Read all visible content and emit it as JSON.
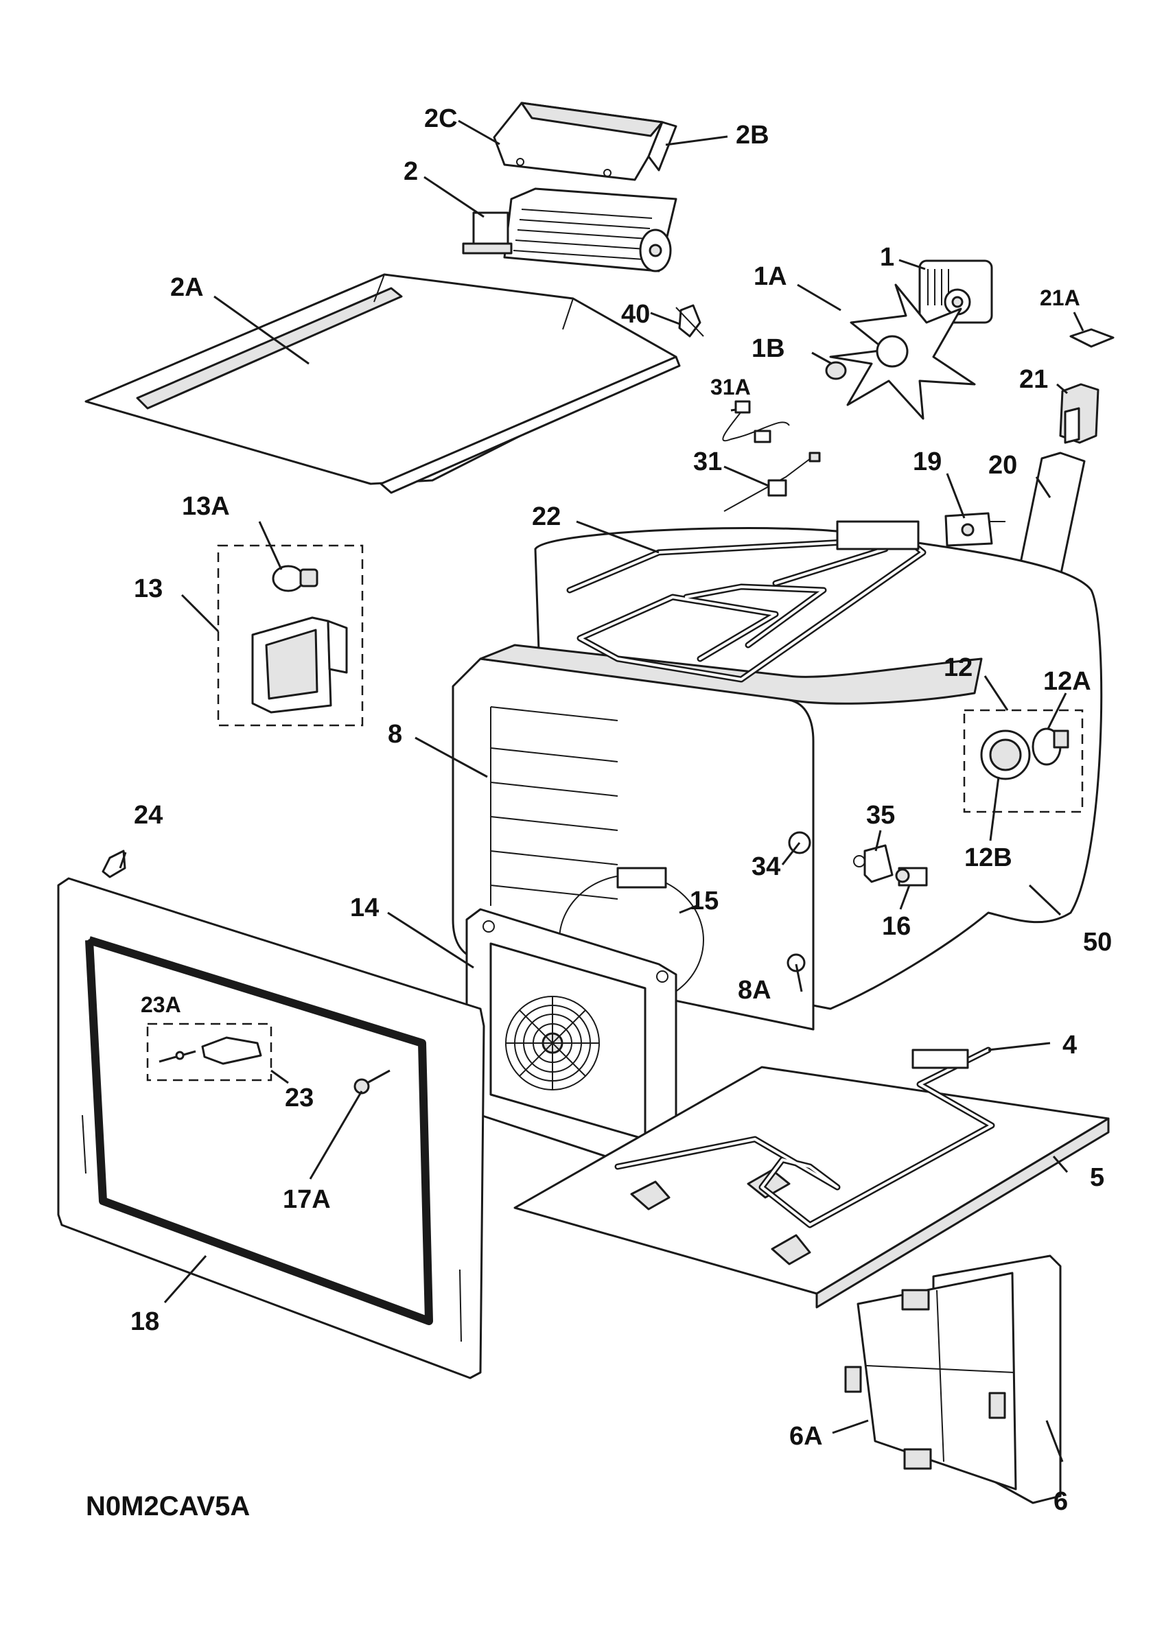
{
  "diagram_code": "N0M2CAV5A",
  "callouts": {
    "c1": "1",
    "c1A": "1A",
    "c1B": "1B",
    "c2": "2",
    "c2A": "2A",
    "c2B": "2B",
    "c2C": "2C",
    "c4": "4",
    "c5": "5",
    "c6": "6",
    "c6A": "6A",
    "c8": "8",
    "c8A": "8A",
    "c12": "12",
    "c12A": "12A",
    "c12B": "12B",
    "c13": "13",
    "c13A": "13A",
    "c14": "14",
    "c15": "15",
    "c16": "16",
    "c17A": "17A",
    "c18": "18",
    "c19": "19",
    "c20": "20",
    "c21": "21",
    "c21A": "21A",
    "c22": "22",
    "c23": "23",
    "c23A": "23A",
    "c24": "24",
    "c31": "31",
    "c31A": "31A",
    "c34": "34",
    "c35": "35",
    "c40": "40",
    "c50": "50"
  }
}
